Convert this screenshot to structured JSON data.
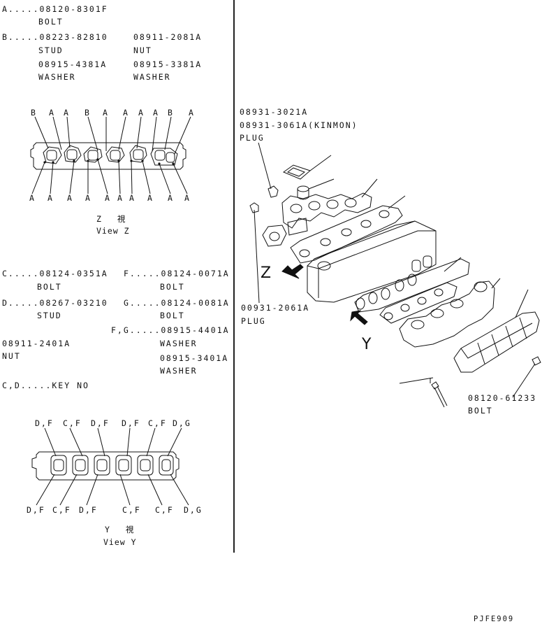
{
  "legend_top": {
    "a_line": "A.....08120-8301F",
    "a_name": "BOLT",
    "b_line": "B.....08223-82810",
    "b_name": "STUD",
    "b_part2": "08911-2081A",
    "b_part2_name": "NUT",
    "b_part3": "08915-4381A",
    "b_part3_name": "WASHER",
    "b_part4": "08915-3381A",
    "b_part4_name": "WASHER"
  },
  "view_z": {
    "top_labels": [
      "B",
      "A",
      "A",
      "B",
      "A",
      "A",
      "A",
      "A",
      "B",
      "A"
    ],
    "bottom_labels": [
      "A",
      "A",
      "A",
      "A",
      "A",
      "A",
      "A",
      "A",
      "A",
      "A"
    ],
    "caption_jp": "Z 視",
    "caption_en": "View Z"
  },
  "legend_mid": {
    "c_line": "C.....08124-0351A",
    "c_name": "BOLT",
    "f_line": "F.....08124-0071A",
    "f_name": "BOLT",
    "d_line": "D.....08267-03210",
    "d_name": "STUD",
    "g_line": "G.....08124-0081A",
    "g_name": "BOLT",
    "fg_line": "F,G.....08915-4401A",
    "fg_name": "WASHER",
    "nut_part": "08911-2401A",
    "nut_name": "NUT",
    "washer2_part": "08915-3401A",
    "washer2_name": "WASHER",
    "cd_line": "C,D.....KEY NO"
  },
  "view_y": {
    "top_labels": [
      "D,F",
      "C,F",
      "D,F",
      "D,F",
      "C,F",
      "D,G"
    ],
    "bottom_labels": [
      "D,F",
      "C,F",
      "D,F",
      "C,F",
      "C,F",
      "D,G"
    ],
    "caption_jp": "Y 視",
    "caption_en": "View Y"
  },
  "right_panel": {
    "plug_part1": "08931-3021A",
    "plug_part2": "08931-3061A(KINMON)",
    "plug_name1": "PLUG",
    "plug_part3": "00931-2061A",
    "plug_name2": "PLUG",
    "bolt_part": "08120-61233",
    "bolt_name": "BOLT",
    "arrow_z": "Z",
    "arrow_y": "Y"
  },
  "footer": {
    "code": "PJFE909"
  }
}
